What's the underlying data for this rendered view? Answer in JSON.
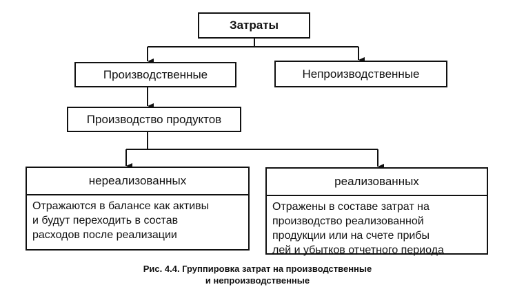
{
  "diagram": {
    "root": "Затраты",
    "production": "Производственные",
    "non_production": "Непроизводственные",
    "products": "Производство продуктов",
    "unsold": {
      "title": "нереализованных",
      "lines": [
        "Отражаются в балансе как активы",
        "и будут переходить в состав",
        "расходов после реализации"
      ]
    },
    "sold": {
      "title": "реализованных",
      "lines": [
        "Отражены в составе затрат на",
        "производство реализованной",
        "продукции или на счете прибы",
        "лей и убытков отчетного периода"
      ]
    }
  },
  "caption": {
    "line1": "Рис. 4.4. Группировка затрат на производственные",
    "line2": "и непроизводственные"
  }
}
